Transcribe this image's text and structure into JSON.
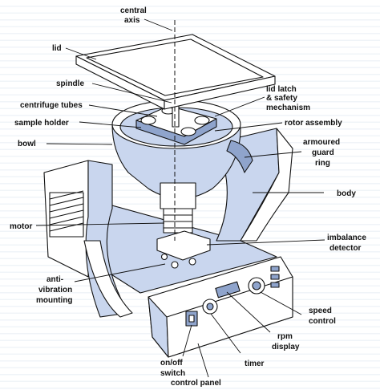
{
  "labels": {
    "central_axis_1": "central",
    "central_axis_2": "axis",
    "lid": "lid",
    "spindle": "spindle",
    "lid_latch_1": "lid latch",
    "lid_latch_2": "& safety",
    "lid_latch_3": "mechanism",
    "centrifuge_tubes": "centrifuge tubes",
    "sample_holder": "sample holder",
    "rotor_assembly": "rotor assembly",
    "bowl": "bowl",
    "armoured_1": "armoured",
    "armoured_2": "guard",
    "armoured_3": "ring",
    "body": "body",
    "motor": "motor",
    "imbalance_1": "imbalance",
    "imbalance_2": "detector",
    "antivib_1": "anti-",
    "antivib_2": "vibration",
    "antivib_3": "mounting",
    "speed_1": "speed",
    "speed_2": "control",
    "rpm_1": "rpm",
    "rpm_2": "display",
    "timer": "timer",
    "onoff_1": "on/off",
    "onoff_2": "switch",
    "control_panel": "control panel"
  },
  "colors": {
    "ink": "#111111",
    "blue_fill": "#c9d6ee",
    "dark_blue": "#8fa4cc",
    "paper": "#ffffff"
  }
}
